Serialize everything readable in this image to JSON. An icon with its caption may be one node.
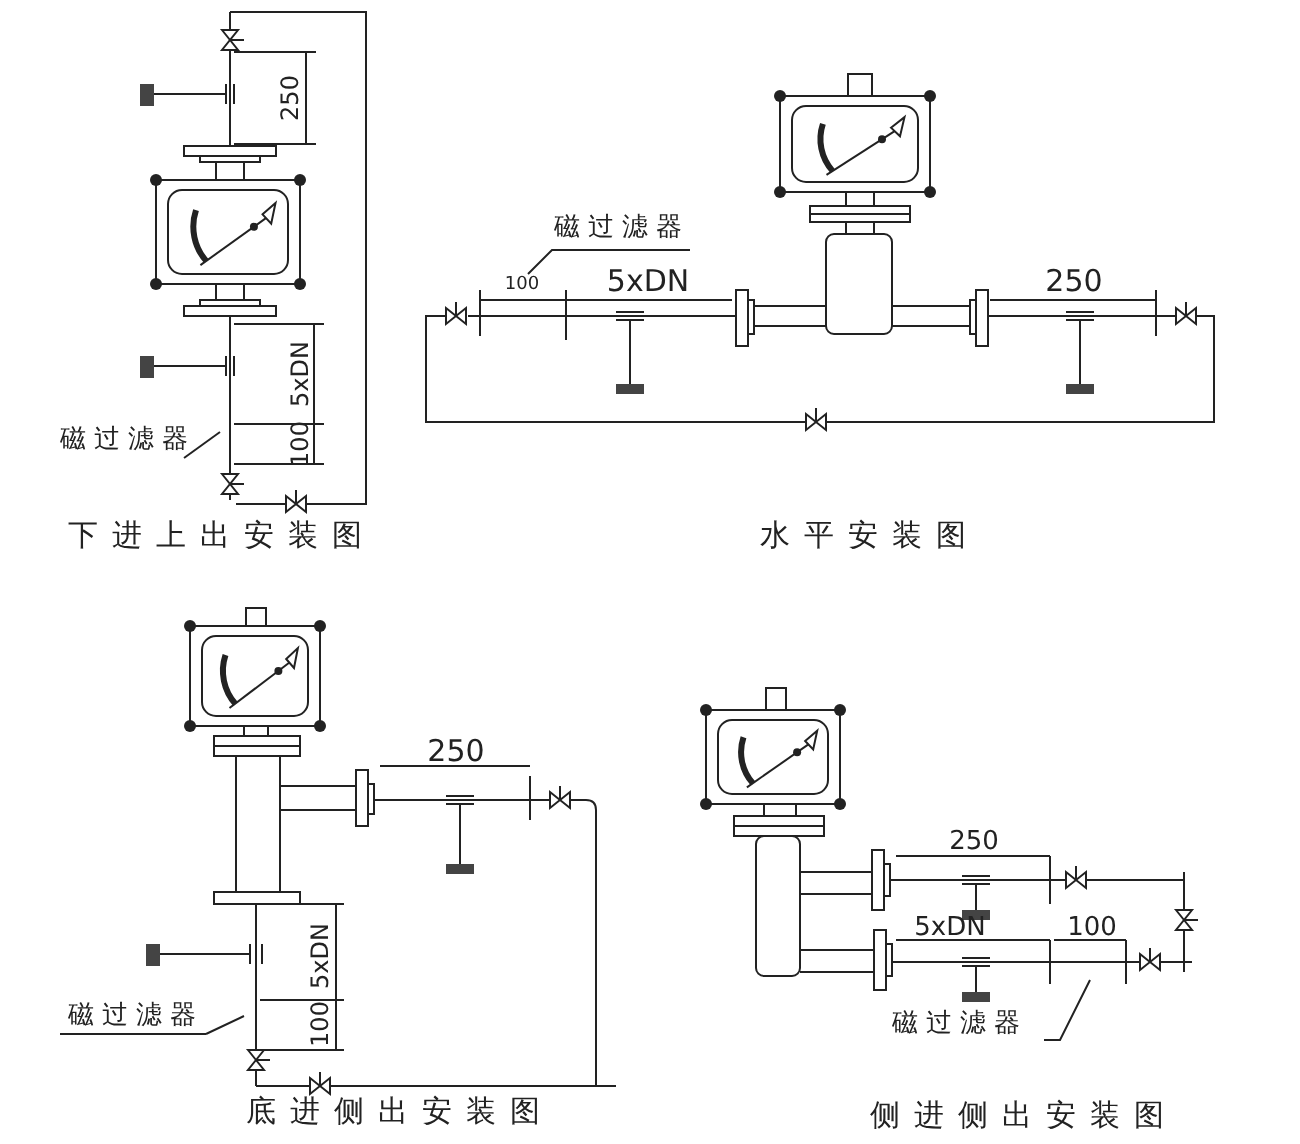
{
  "diagram": {
    "nodes": [
      {
        "text": [
          "磁过滤器"
        ]
      },
      {
        "text": [
          "磁过滤器"
        ]
      },
      {
        "text": [
          "磁过滤器"
        ]
      },
      {
        "text": [
          "磁过滤器"
        ]
      },
      {
        "text": [
          "100"
        ]
      }
    ],
    "edges": [
      {
        "from": 0,
        "to": null,
        "arrow": "none"
      },
      {
        "from": 1,
        "to": 4,
        "arrow": "none"
      },
      {
        "from": 2,
        "to": null,
        "arrow": "none"
      },
      {
        "from": 3,
        "to": null,
        "arrow": "none"
      }
    ],
    "labels": [
      "250",
      "5xDN",
      "100",
      "下进上出安装图",
      "5xDN",
      "250",
      "水平安装图",
      "250",
      "5xDN",
      "100",
      "底进侧出安装图",
      "250",
      "5xDN",
      "100",
      "侧进侧出安装图"
    ]
  }
}
